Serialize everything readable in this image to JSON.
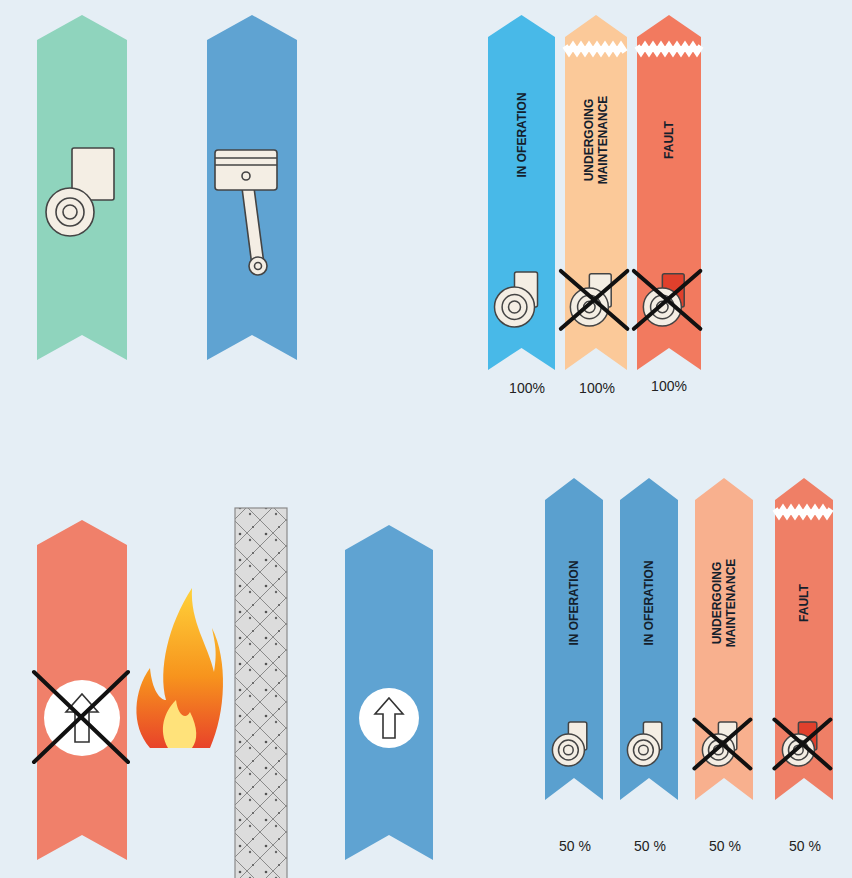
{
  "diagram": {
    "nodes": [
      {
        "text": [
          "IN OFERATION"
        ]
      },
      {
        "text": [
          "UNDERGOING MAINTENANCE"
        ]
      },
      {
        "text": [
          "FAULT"
        ]
      },
      {
        "text": [
          "IN OFERATION"
        ]
      },
      {
        "text": [
          "IN OFERATION"
        ]
      },
      {
        "text": [
          "UNDERGOING MAINTENANCE"
        ]
      },
      {
        "text": [
          "FAULT"
        ]
      }
    ],
    "labels": [
      "100%",
      "100%",
      "100%",
      "50 %",
      "50 %",
      "50 %",
      "50 %"
    ]
  }
}
